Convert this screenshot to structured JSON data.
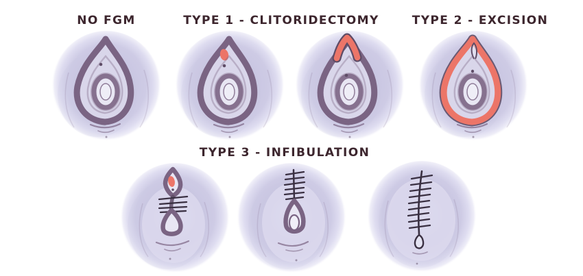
{
  "labels": {
    "no_fgm": "NO FGM",
    "type1": "TYPE 1 - CLITORIDECTOMY",
    "type2": "TYPE 2 - EXCISION",
    "type3": "TYPE 3 - INFIBULATION"
  },
  "figures": [
    {
      "name": "vulva-no-fgm",
      "group": "NO FGM"
    },
    {
      "name": "vulva-type1-clitoral-tip-removed",
      "group": "TYPE 1 - CLITORIDECTOMY"
    },
    {
      "name": "vulva-type1-clitoris-removed",
      "group": "TYPE 1 - CLITORIDECTOMY"
    },
    {
      "name": "vulva-type2-labia-excised",
      "group": "TYPE 2 - EXCISION"
    },
    {
      "name": "vulva-type3-partially-stitched",
      "group": "TYPE 3 - INFIBULATION"
    },
    {
      "name": "vulva-type3-mostly-stitched",
      "group": "TYPE 3 - INFIBULATION"
    },
    {
      "name": "vulva-type3-fully-stitched",
      "group": "TYPE 3 - INFIBULATION"
    }
  ],
  "colors": {
    "background": "#ffffff",
    "label_text": "#3d262e",
    "wash_lavender": "#c9c6e2",
    "wash_light": "#dfddf0",
    "outline_plum": "#7a6483",
    "outline_plum_dark": "#5e4c66",
    "ring_plum": "#86718f",
    "tissue_fill": "#d9d6ea",
    "opening_fill": "#e8e6f3",
    "highlight_red": "#ec7568",
    "stitch_dark": "#3a3042"
  }
}
